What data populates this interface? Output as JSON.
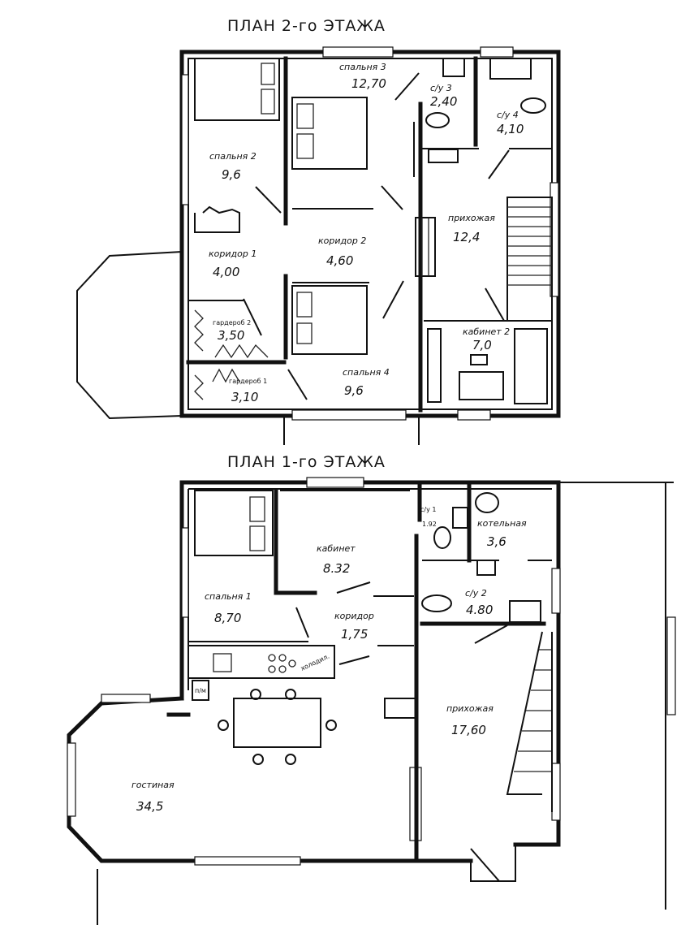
{
  "floor2": {
    "title": "ПЛАН 2-го ЭТАЖА",
    "rooms": [
      {
        "name": "спальня 3",
        "area": "12,70"
      },
      {
        "name": "с/у 3",
        "area": "2,40"
      },
      {
        "name": "с/у 4",
        "area": "4,10"
      },
      {
        "name": "спальня 2",
        "area": "9,6"
      },
      {
        "name": "коридор 2",
        "area": "4,60"
      },
      {
        "name": "прихожая",
        "area": "12,4"
      },
      {
        "name": "коридор 1",
        "area": "4,00"
      },
      {
        "name": "гардероб 2",
        "area": "3,50"
      },
      {
        "name": "кабинет 2",
        "area": "7,0"
      },
      {
        "name": "спальня 4",
        "area": "9,6"
      },
      {
        "name": "гардероб 1",
        "area": "3,10"
      }
    ]
  },
  "floor1": {
    "title": "ПЛАН 1-го ЭТАЖА",
    "rooms": [
      {
        "name": "кабинет",
        "area": "8.32"
      },
      {
        "name": "с/у 1",
        "area": "1.92"
      },
      {
        "name": "котельная",
        "area": "3,6"
      },
      {
        "name": "спальня 1",
        "area": "8,70"
      },
      {
        "name": "коридор",
        "area": "1,75"
      },
      {
        "name": "с/у 2",
        "area": "4.80"
      },
      {
        "name": "прихожая",
        "area": "17,60"
      },
      {
        "name": "гостиная",
        "area": "34,5"
      }
    ],
    "fixtures": {
      "fridge": "холодил.",
      "dishwasher": "п/м"
    }
  }
}
